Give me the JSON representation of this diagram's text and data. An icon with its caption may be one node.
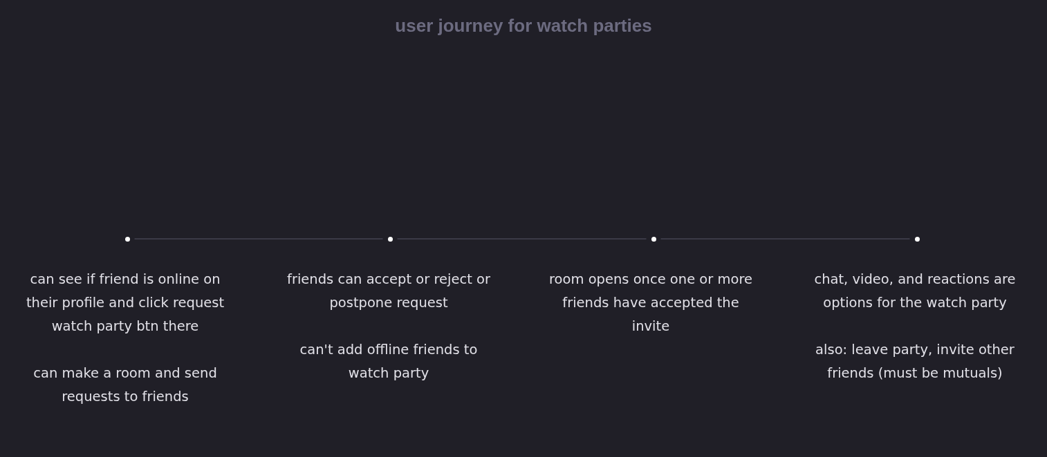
{
  "diagram": {
    "title": "user journey for watch parties",
    "nodes": [
      {
        "text": [],
        "shape": "circle",
        "beside": [
          "can see if friend is online on their profile and click request watch party btn there",
          "can make a room and send requests to friends"
        ]
      },
      {
        "text": [],
        "shape": "circle",
        "beside": [
          "friends can accept or reject or postpone request",
          "can't add offline friends to watch party"
        ]
      },
      {
        "text": [],
        "shape": "circle",
        "beside": [
          "room opens once one or more friends have accepted the invite"
        ]
      },
      {
        "text": [],
        "shape": "circle",
        "beside": [
          "chat, video, and reactions are options for the watch party",
          "also: leave party, invite other friends (must be mutuals)"
        ]
      }
    ],
    "edges": [
      {
        "from": 0,
        "to": 1,
        "arrow": "none"
      },
      {
        "from": 1,
        "to": 2,
        "arrow": "none"
      },
      {
        "from": 2,
        "to": 3,
        "arrow": "none"
      }
    ]
  }
}
